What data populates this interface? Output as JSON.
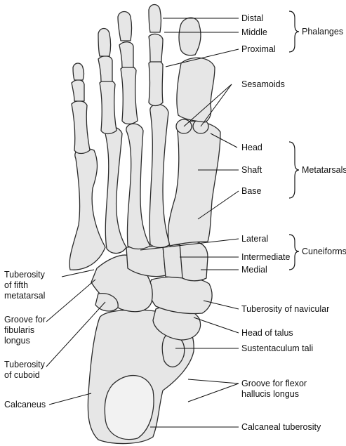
{
  "colors": {
    "bone_fill": "#e6e6e6",
    "bone_light": "#f2f2f2",
    "bone_stroke": "#2b2b2b",
    "leader": "#111111",
    "text": "#111111"
  },
  "labels": {
    "distal": "Distal",
    "middle": "Middle",
    "proximal": "Proximal",
    "phalanges": "Phalanges",
    "sesamoids": "Sesamoids",
    "head": "Head",
    "shaft": "Shaft",
    "base": "Base",
    "metatarsals": "Metatarsals",
    "lateral": "Lateral",
    "intermediate": "Intermediate",
    "medial": "Medial",
    "cuneiforms": "Cuneiforms",
    "tuberosity_fifth_metatarsal": "Tuberosity\nof fifth\nmetatarsal",
    "groove_fibularis_longus": "Groove for\nfibularis\nlongus",
    "tuberosity_cuboid": "Tuberosity\nof cuboid",
    "calcaneus": "Calcaneus",
    "tuberosity_navicular": "Tuberosity of navicular",
    "head_of_talus": "Head of talus",
    "sustentaculum_tali": "Sustentaculum tali",
    "groove_flexor_hallucis_longus": "Groove for flexor\nhallucis longus",
    "calcaneal_tuberosity": "Calcaneal tuberosity"
  }
}
